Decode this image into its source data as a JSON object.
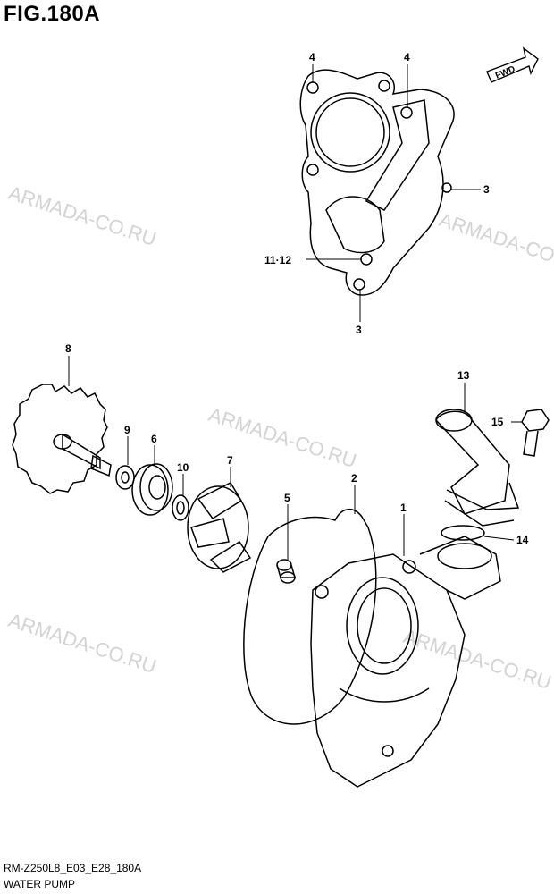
{
  "title": "FIG.180A",
  "footer": {
    "code": "RM-Z250L8_E03_E28_180A",
    "name": "WATER PUMP"
  },
  "watermark": "ARMADA-CO.RU",
  "fwd_label": "FWD",
  "callouts": {
    "c1": "1",
    "c2": "2",
    "c3a": "3",
    "c3b": "3",
    "c4a": "4",
    "c4b": "4",
    "c5": "5",
    "c6": "6",
    "c7": "7",
    "c8": "8",
    "c9": "9",
    "c10": "10",
    "c11_12": "11·12",
    "c13": "13",
    "c14": "14",
    "c15": "15"
  },
  "colors": {
    "line": "#000000",
    "watermark": "#d3d3d3",
    "background": "#ffffff"
  }
}
